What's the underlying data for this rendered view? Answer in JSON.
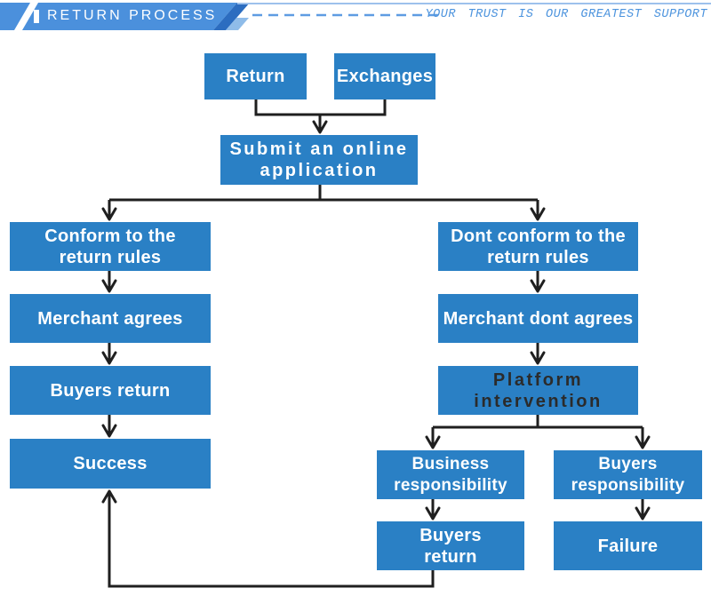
{
  "header": {
    "title": "RETURN PROCESS",
    "slogan": "YOUR TRUST IS OUR GREATEST SUPPORT"
  },
  "colors": {
    "box_blue": "#2a80c5",
    "line_dark": "#1f1f1f",
    "banner_blue": "#4b90dc",
    "banner_dark": "#2c6dc0",
    "banner_light": "#8fbce9",
    "slogan_blue": "#4d94de",
    "platform_text": "#2b2b2b"
  },
  "nodes": {
    "return": {
      "label": "Return"
    },
    "exchanges": {
      "label": "Exchanges"
    },
    "submit": {
      "label": "Submit an online\napplication"
    },
    "conform": {
      "label": "Conform to the\nreturn rules"
    },
    "merchant_agrees": {
      "label": "Merchant agrees"
    },
    "buyers_return_left": {
      "label": "Buyers return"
    },
    "success": {
      "label": "Success"
    },
    "dont_conform": {
      "label": "Dont conform to the\nreturn rules"
    },
    "merchant_dont_agrees": {
      "label": "Merchant dont agrees"
    },
    "platform": {
      "label": "Platform\nintervention"
    },
    "business_responsibility": {
      "label": "Business\nresponsibility"
    },
    "buyers_responsibility": {
      "label": "Buyers\nresponsibility"
    },
    "buyers_return_right": {
      "label": "Buyers\nreturn"
    },
    "failure": {
      "label": "Failure"
    }
  }
}
